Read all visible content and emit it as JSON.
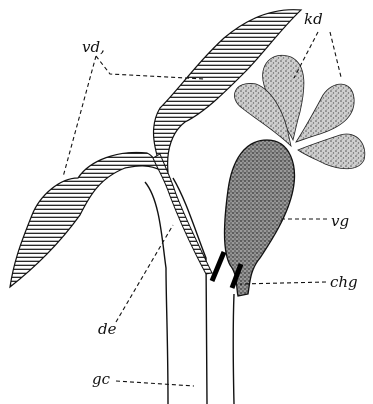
{
  "labels": {
    "vd": "vd,",
    "kd": "kd",
    "vg": "vg",
    "chg": "chg",
    "de": "de",
    "gc": "gc"
  },
  "colors": {
    "ink": "#111111",
    "stipple": "#555555",
    "background": "#ffffff"
  }
}
